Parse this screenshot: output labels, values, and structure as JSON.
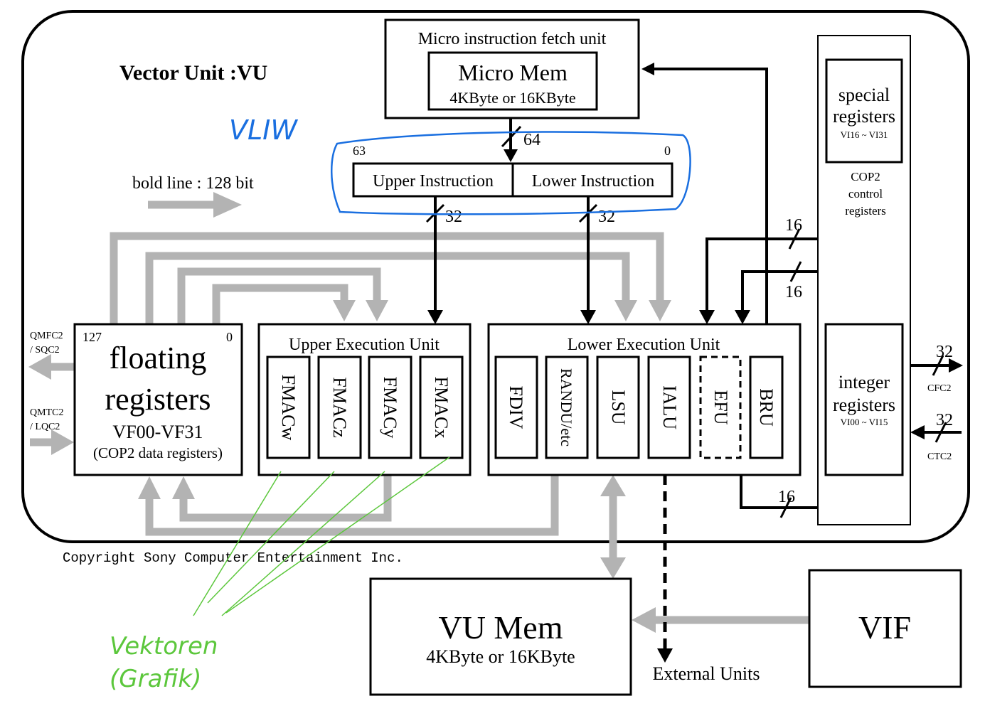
{
  "title": "Vector Unit :VU",
  "legend": "bold line : 128 bit",
  "copyright": "Copyright Sony Computer Entertainment Inc.",
  "fetch_unit": {
    "label": "Micro instruction fetch unit",
    "mem_title": "Micro Mem",
    "mem_size": "4KByte or 16KByte"
  },
  "instruction": {
    "bit_hi": "63",
    "bit_lo": "0",
    "upper": "Upper Instruction",
    "lower": "Lower Instruction",
    "width_fetch": "64",
    "width_upper": "32",
    "width_lower": "32"
  },
  "special_registers": {
    "line1": "special",
    "line2": "registers",
    "range": "VI16 ~ VI31"
  },
  "cop2_control": [
    "COP2",
    "control",
    "registers"
  ],
  "floating_registers": {
    "bit_hi": "127",
    "bit_lo": "0",
    "line1": "floating",
    "line2": "registers",
    "range": "VF00-VF31",
    "note": "(COP2 data registers)"
  },
  "upper_exec": {
    "title": "Upper Execution Unit",
    "units": [
      "FMACw",
      "FMACz",
      "FMACy",
      "FMACx"
    ]
  },
  "lower_exec": {
    "title": "Lower Execution Unit",
    "units": [
      "FDIV",
      "RANDU/etc",
      "LSU",
      "IALU",
      "EFU",
      "BRU"
    ]
  },
  "integer_registers": {
    "line1": "integer",
    "line2": "registers",
    "range": "VI00 ~ VI15"
  },
  "widths": {
    "bus_a": "16",
    "bus_b": "16",
    "bus_c": "16",
    "cfc2": "32",
    "ctc2": "32"
  },
  "side_labels": {
    "out_line1": "QMFC2",
    "out_line2": "/ SQC2",
    "in_line1": "QMTC2",
    "in_line2": "/ LQC2",
    "cfc2": "CFC2",
    "ctc2": "CTC2"
  },
  "vu_mem": {
    "title": "VU Mem",
    "size": "4KByte or 16KByte"
  },
  "external_units": "External Units",
  "vif": "VIF",
  "annotations": {
    "vliw": "VLIW",
    "vektoren_line1": "Vektoren",
    "vektoren_line2": "(Grafik)",
    "vliw_color": "#1a6fe0",
    "vektoren_color": "#5cc73c"
  }
}
